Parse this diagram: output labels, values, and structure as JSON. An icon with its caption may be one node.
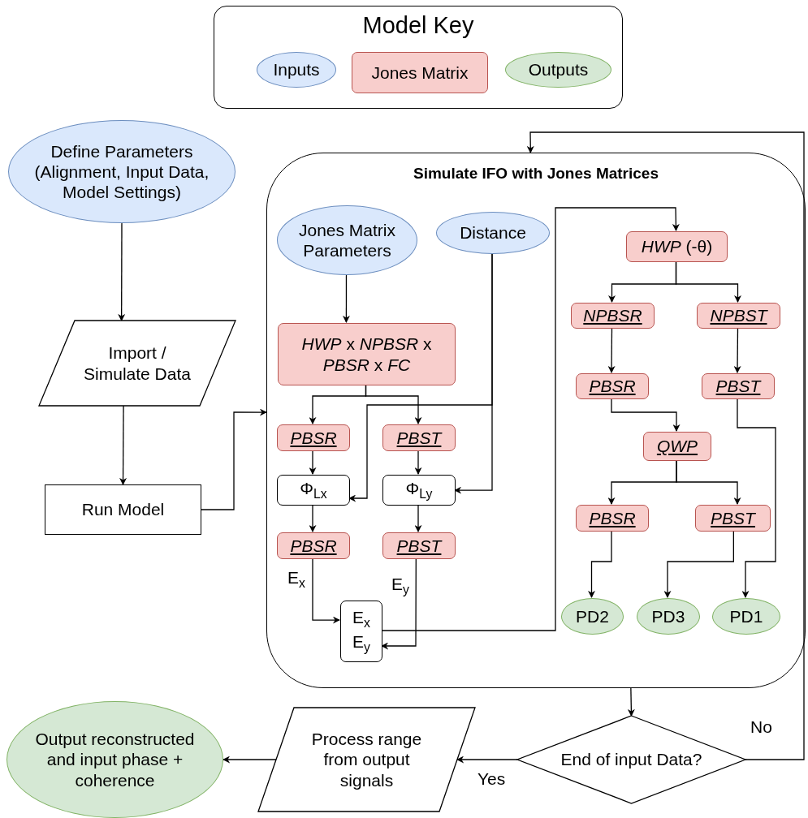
{
  "diagram": {
    "nodes": [
      {
        "text": [
          "Model Key"
        ]
      },
      {
        "text": [
          "Inputs"
        ],
        "in": 0
      },
      {
        "text": [
          "Jones Matrix"
        ],
        "in": 0
      },
      {
        "text": [
          "Outputs"
        ],
        "in": 0
      },
      {
        "text": [
          "Define Parameters (Alignment, Input Data, Model Settings)"
        ]
      },
      {
        "text": [
          "Import / Simulate Data"
        ]
      },
      {
        "text": [
          "Run Model"
        ]
      },
      {
        "text": [
          "Simulate IFO with Jones Matrices"
        ]
      },
      {
        "text": [
          "Jones Matrix Parameters"
        ],
        "in": 7
      },
      {
        "text": [
          "Distance"
        ],
        "in": 7
      },
      {
        "text": [
          "*HWP* x *NPBSR* x *PBSR* x *FC*"
        ],
        "in": 7
      },
      {
        "text": [
          "PBSR"
        ],
        "in": 7
      },
      {
        "text": [
          "PBST"
        ],
        "in": 7
      },
      {
        "text": [
          "Φ$_{Lx}$"
        ],
        "in": 7
      },
      {
        "text": [
          "Φ$_{Ly}$"
        ],
        "in": 7
      },
      {
        "text": [
          "PBSR"
        ],
        "in": 7
      },
      {
        "text": [
          "PBST"
        ],
        "in": 7
      },
      {
        "text": [
          "E$_{x}$",
          "E$_{y}$"
        ],
        "in": 7
      },
      {
        "text": [
          "*HWP* (-θ)"
        ],
        "in": 7
      },
      {
        "text": [
          "NPBSR"
        ],
        "in": 7
      },
      {
        "text": [
          "NPBST"
        ],
        "in": 7
      },
      {
        "text": [
          "PBSR"
        ],
        "in": 7
      },
      {
        "text": [
          "PBST"
        ],
        "in": 7
      },
      {
        "text": [
          "QWP"
        ],
        "in": 7
      },
      {
        "text": [
          "PBSR"
        ],
        "in": 7
      },
      {
        "text": [
          "PBST"
        ],
        "in": 7
      },
      {
        "text": [
          "PD2"
        ],
        "in": 7
      },
      {
        "text": [
          "PD3"
        ],
        "in": 7
      },
      {
        "text": [
          "PD1"
        ],
        "in": 7
      },
      {
        "text": [
          "Output reconstructed and input phase + coherence"
        ]
      },
      {
        "text": [
          "Process range from output signals"
        ]
      },
      {
        "text": [
          "End of input Data?"
        ]
      }
    ],
    "edges": [
      {
        "from": 4,
        "to": 5,
        "arrow": "to"
      },
      {
        "from": 5,
        "to": 6,
        "arrow": "to"
      },
      {
        "from": 6,
        "to": 7,
        "arrow": "to"
      },
      {
        "from": 8,
        "to": 10,
        "arrow": "to"
      },
      {
        "from": 10,
        "to": 11,
        "arrow": "to"
      },
      {
        "from": 10,
        "to": 12,
        "arrow": "to"
      },
      {
        "from": 9,
        "to": 13,
        "arrow": "to"
      },
      {
        "from": 9,
        "to": 14,
        "arrow": "to"
      },
      {
        "from": 11,
        "to": 13,
        "arrow": "to"
      },
      {
        "from": 12,
        "to": 14,
        "arrow": "to"
      },
      {
        "from": 13,
        "to": 15,
        "arrow": "to"
      },
      {
        "from": 14,
        "to": 16,
        "arrow": "to"
      },
      {
        "from": 15,
        "to": 17,
        "arrow": "to",
        "label": "E$_{x}$"
      },
      {
        "from": 16,
        "to": 17,
        "arrow": "to",
        "label": "E$_{y}$"
      },
      {
        "from": 17,
        "to": 18,
        "arrow": "to"
      },
      {
        "from": 18,
        "to": 19,
        "arrow": "to"
      },
      {
        "from": 18,
        "to": 20,
        "arrow": "to"
      },
      {
        "from": 19,
        "to": 21,
        "arrow": "to"
      },
      {
        "from": 20,
        "to": 22,
        "arrow": "to"
      },
      {
        "from": 21,
        "to": 23,
        "arrow": "to"
      },
      {
        "from": 23,
        "to": 24,
        "arrow": "to"
      },
      {
        "from": 23,
        "to": 25,
        "arrow": "to"
      },
      {
        "from": 24,
        "to": 26,
        "arrow": "to"
      },
      {
        "from": 25,
        "to": 27,
        "arrow": "to"
      },
      {
        "from": 22,
        "to": 28,
        "arrow": "to"
      },
      {
        "from": 7,
        "to": 31,
        "arrow": "to"
      },
      {
        "from": 31,
        "to": 30,
        "arrow": "to",
        "label": "Yes"
      },
      {
        "from": 30,
        "to": 29,
        "arrow": "to"
      },
      {
        "from": 31,
        "to": 7,
        "arrow": "to",
        "label": "No"
      }
    ]
  }
}
